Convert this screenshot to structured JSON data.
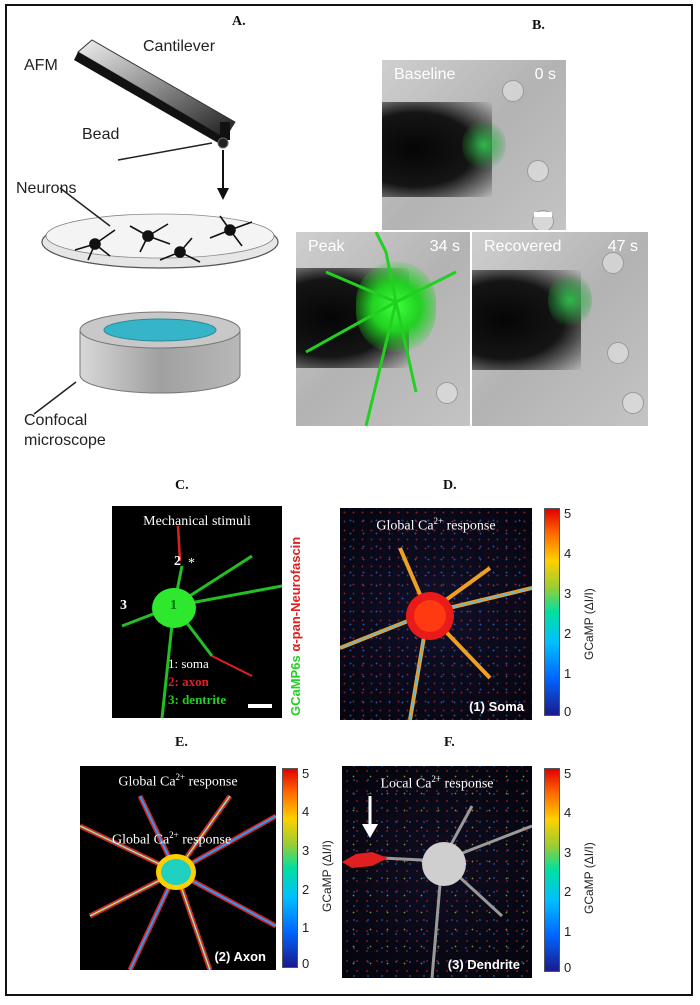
{
  "panels": {
    "a": {
      "label": "A.",
      "afm": "AFM",
      "cantilever": "Cantilever",
      "bead": "Bead",
      "neurons": "Neurons",
      "confocal_line1": "Confocal",
      "confocal_line2": "microscope"
    },
    "b": {
      "label": "B.",
      "baseline": {
        "name": "Baseline",
        "time": "0 s"
      },
      "peak": {
        "name": "Peak",
        "time": "34 s"
      },
      "recovered": {
        "name": "Recovered",
        "time": "47 s"
      }
    },
    "c": {
      "label": "C.",
      "title": "Mechanical stimuli",
      "n1": "1",
      "n2": "2",
      "n3": "3",
      "star": "*",
      "legend1": "1: soma",
      "legend2": "2: axon",
      "legend3": "3: dentrite",
      "side_green": "GCaMP6s",
      "side_red": "α-pan-Neurofascin"
    },
    "d": {
      "label": "D.",
      "title_pre": "Global Ca",
      "title_sup": "2+",
      "title_post": " response",
      "corner": "(1) Soma"
    },
    "e": {
      "label": "E.",
      "title_pre": "Global Ca",
      "title_sup": "2+",
      "title_post": " response",
      "corner": "(2) Axon"
    },
    "f": {
      "label": "F.",
      "title_pre": "Local Ca",
      "title_sup": "2+",
      "title_post": " response",
      "corner": "(3) Dendrite"
    }
  },
  "colorbar": {
    "label": "GCaMP (ΔI/I)",
    "ticks": [
      "5",
      "4",
      "3",
      "2",
      "1",
      "0"
    ]
  },
  "colors": {
    "gcamp_green": "#22d022",
    "neurofascin_red": "#e02020",
    "colorbar_top": "#e00000",
    "colorbar_bottom": "#1a1a8c"
  }
}
